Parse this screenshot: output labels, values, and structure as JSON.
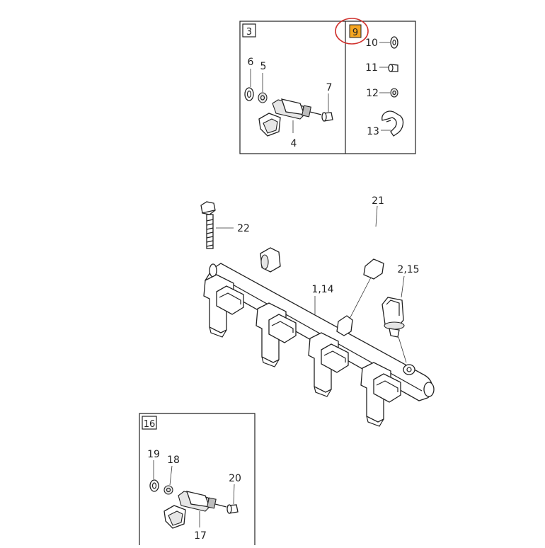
{
  "labels": {
    "c1": "1,14",
    "c2": "2,15",
    "c3": "3",
    "c4": "4",
    "c5": "5",
    "c6": "6",
    "c7": "7",
    "c9": "9",
    "c10": "10",
    "c11": "11",
    "c12": "12",
    "c13": "13",
    "c16": "16",
    "c17": "17",
    "c18": "18",
    "c19": "19",
    "c20": "20",
    "c21": "21",
    "c22": "22"
  },
  "colors": {
    "highlight": "#f5a623",
    "selection_ring": "#d0312d",
    "line": "#222222"
  },
  "selected_callout": "9"
}
